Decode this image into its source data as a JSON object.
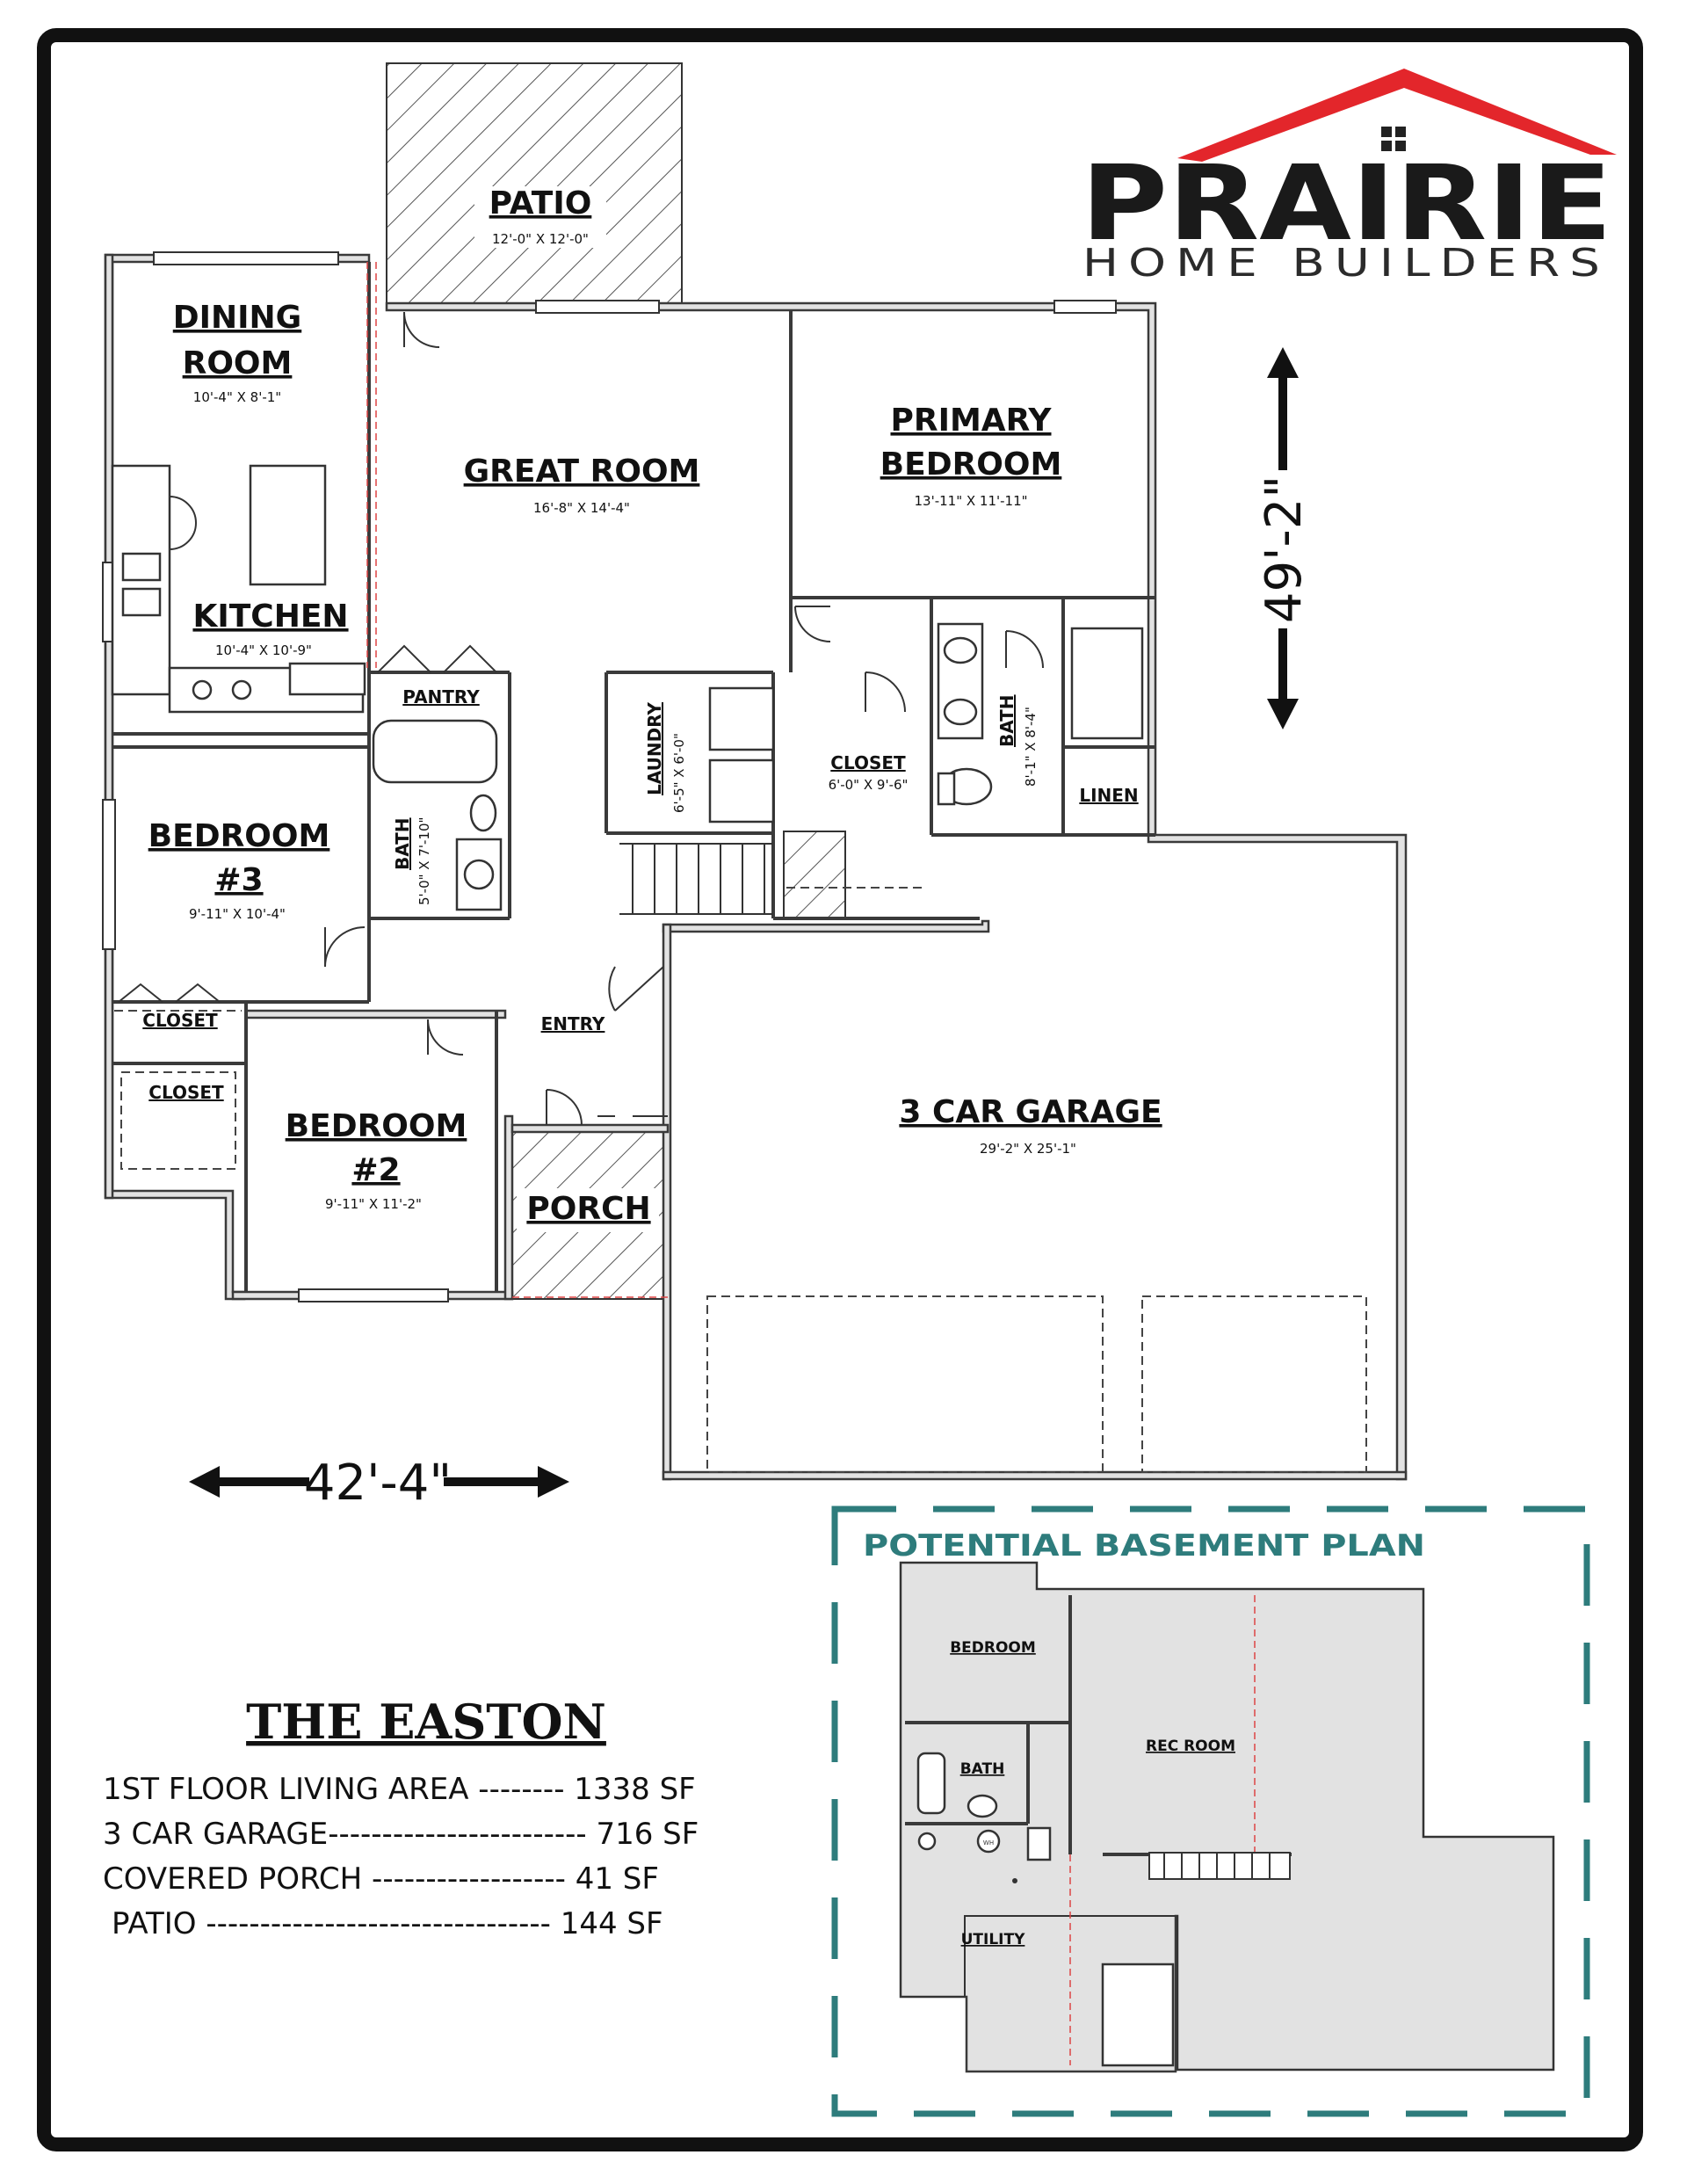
{
  "brand": {
    "name": "PRAIRIE",
    "tagline": "HOME BUILDERS",
    "colors": {
      "roof": "#e3262b",
      "text": "#1a1a1a",
      "accent": "#2e7c7c"
    }
  },
  "plan": {
    "rooms": {
      "patio": {
        "name": "PATIO",
        "dims": "12'-0\" X 12'-0\""
      },
      "dining_1": "DINING",
      "dining_2": "ROOM",
      "dining_dims": "10'-4\" X 8'-1\"",
      "great": {
        "name": "GREAT ROOM",
        "dims": "16'-8\" X 14'-4\""
      },
      "primary_1": "PRIMARY",
      "primary_2": "BEDROOM",
      "primary_dims": "13'-11\" X 11'-11\"",
      "kitchen": {
        "name": "KITCHEN",
        "dims": "10'-4\" X 10'-9\""
      },
      "pantry": "PANTRY",
      "laundry": {
        "name": "LAUNDRY",
        "dims": "6'-5\" X 6'-0\""
      },
      "closet_primary": {
        "name": "CLOSET",
        "dims": "6'-0\" X 9'-6\""
      },
      "bath_primary": {
        "name": "BATH",
        "dims": "8'-1\" X 8'-4\""
      },
      "linen": "LINEN",
      "bath_hall": {
        "name": "BATH",
        "dims": "5'-0\" X 7'-10\""
      },
      "bed3_1": "BEDROOM",
      "bed3_2": "#3",
      "bed3_dims": "9'-11\" X 10'-4\"",
      "closet_a": "CLOSET",
      "closet_b": "CLOSET",
      "entry": "ENTRY",
      "bed2_1": "BEDROOM",
      "bed2_2": "#2",
      "bed2_dims": "9'-11\" X 11'-2\"",
      "porch": "PORCH",
      "garage": {
        "name": "3 CAR GARAGE",
        "dims": "29'-2\" X 25'-1\""
      }
    },
    "overall_width": "42'-4\"",
    "overall_depth": "49'-2\""
  },
  "title": "THE EASTON",
  "areas": [
    {
      "label": "1ST FLOOR LIVING AREA -------- 1338 SF"
    },
    {
      "label": "3 CAR GARAGE------------------------ 716 SF"
    },
    {
      "label": "COVERED PORCH ------------------ 41 SF"
    },
    {
      "label": "PATIO -------------------------------- 144 SF"
    }
  ],
  "basement": {
    "title": "POTENTIAL BASEMENT PLAN",
    "rooms": {
      "bedroom": "BEDROOM",
      "bath": "BATH",
      "rec": "REC ROOM",
      "utility": "UTILITY",
      "wh": "WH"
    }
  }
}
